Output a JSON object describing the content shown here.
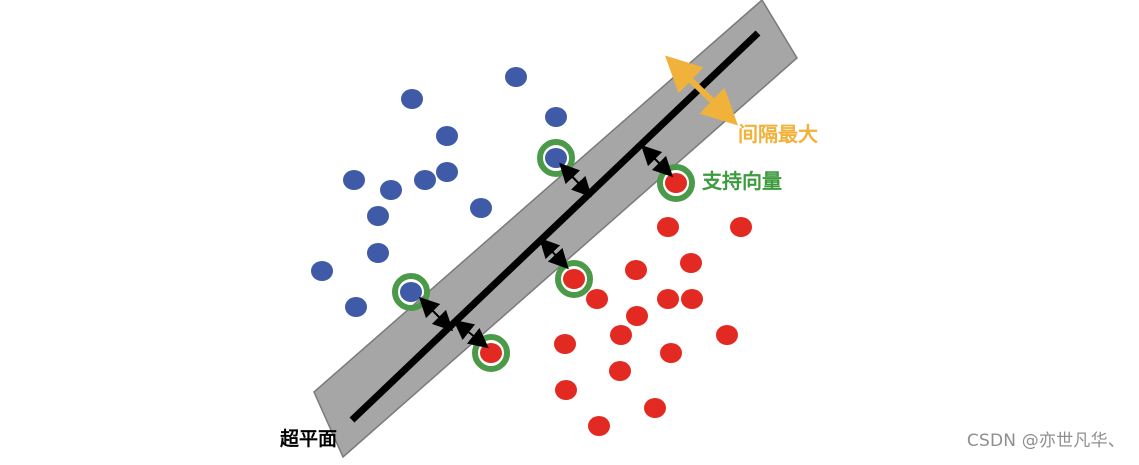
{
  "labels": {
    "hyperplane": "超平面",
    "max_margin": "间隔最大",
    "support_vectors": "支持向量"
  },
  "watermark": "CSDN @亦世凡华、",
  "colors": {
    "margin_band": "#a6a6a6",
    "margin_band_border": "#7a7a7a",
    "hyperplane_line": "#000000",
    "class_a_point": "#3f5aa6",
    "class_b_point": "#e22a22",
    "support_ring": "#4a9a4a",
    "max_margin_arrow": "#f0b23a",
    "max_margin_text": "#f0b23a",
    "support_text": "#3e9a3e",
    "distance_arrow": "#000000"
  }
}
